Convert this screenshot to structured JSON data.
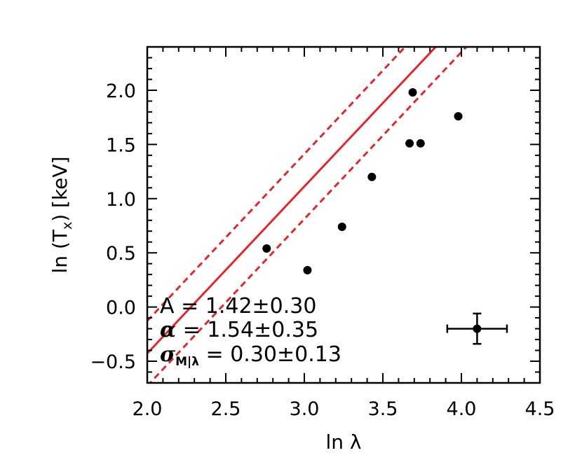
{
  "chart_data": {
    "type": "scatter",
    "xlabel": "ln λ",
    "ylabel_main": "ln (T",
    "ylabel_sub": "x",
    "ylabel_tail": ") [keV]",
    "xlim": [
      2.0,
      4.5
    ],
    "ylim": [
      -0.7,
      2.4
    ],
    "x_ticks": [
      2.0,
      2.5,
      3.0,
      3.5,
      4.0,
      4.5
    ],
    "x_tick_labels": [
      "2.0",
      "2.5",
      "3.0",
      "3.5",
      "4.0",
      "4.5"
    ],
    "y_ticks": [
      -0.5,
      0.0,
      0.5,
      1.0,
      1.5,
      2.0
    ],
    "y_tick_labels": [
      "−0.5",
      "0.0",
      "0.5",
      "1.0",
      "1.5",
      "2.0"
    ],
    "x_minor_step": 0.1,
    "y_minor_step": 0.1,
    "points": [
      {
        "x": 2.76,
        "y": 0.54
      },
      {
        "x": 3.02,
        "y": 0.34
      },
      {
        "x": 3.24,
        "y": 0.74
      },
      {
        "x": 3.43,
        "y": 1.2
      },
      {
        "x": 3.67,
        "y": 1.51
      },
      {
        "x": 3.69,
        "y": 1.98
      },
      {
        "x": 3.74,
        "y": 1.51
      },
      {
        "x": 3.98,
        "y": 1.76
      }
    ],
    "fit": {
      "pivot_x": 3.2,
      "A": 1.42,
      "alpha": 1.54,
      "sigma": 0.3,
      "color": "#e3262d"
    },
    "error_bar_example": {
      "x": 4.1,
      "y": -0.2,
      "xerr": 0.19,
      "yerr": 0.14
    },
    "annotations": [
      {
        "symbol": "A",
        "sub": "",
        "text": " =  1.42±0.30"
      },
      {
        "symbol": "α",
        "sub": "",
        "text": " =  1.54±0.35"
      },
      {
        "symbol": "σ",
        "sub": "M|λ",
        "text": " =  0.30±0.13"
      }
    ]
  }
}
